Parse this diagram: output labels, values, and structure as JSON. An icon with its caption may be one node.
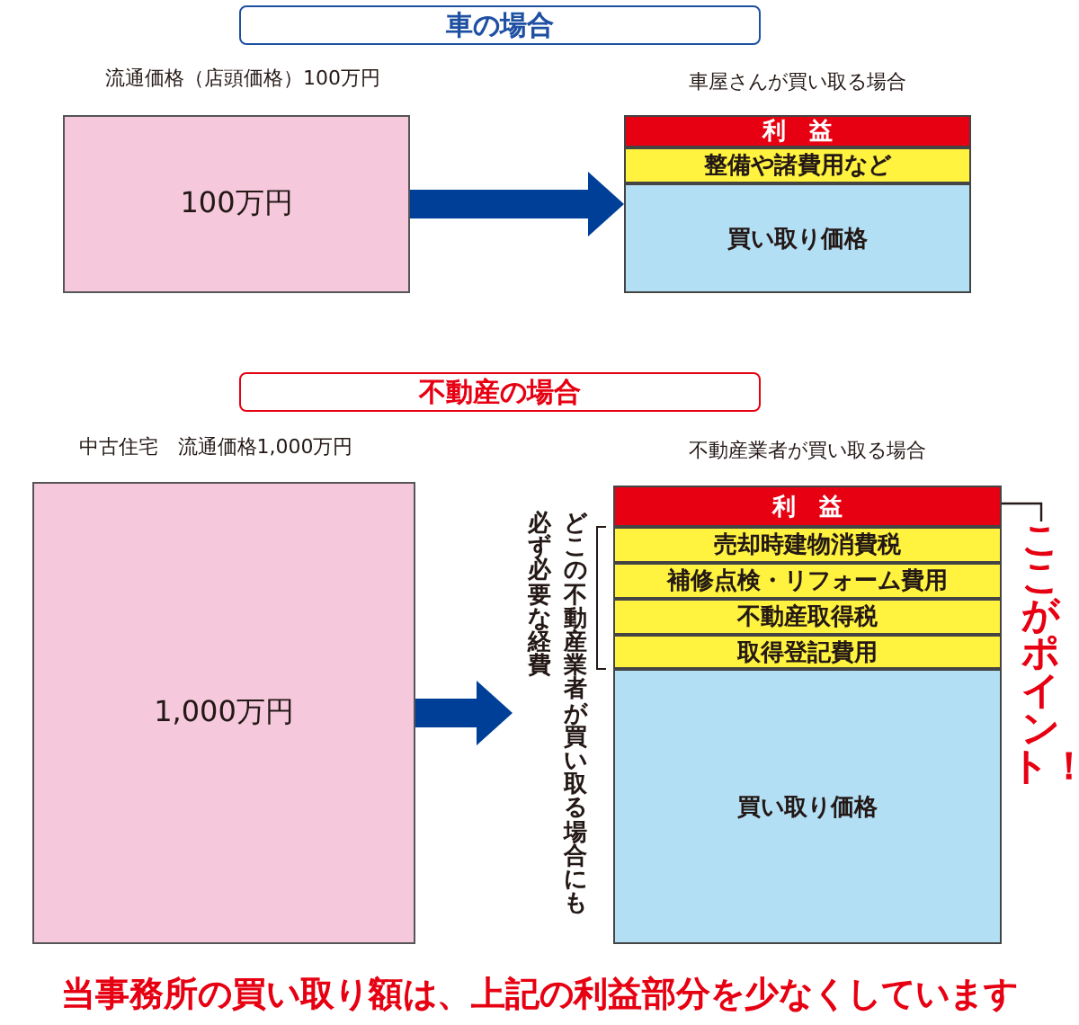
{
  "diagram": {
    "caption": "当事務所の買い取り額は、上記の利益部分を少なくしています",
    "nodes": [
      {
        "text": [
          "車の場合"
        ]
      },
      {
        "text": [
          "100万円"
        ],
        "beside": [
          "流通価格（店頭価格）100万円"
        ]
      },
      {
        "text": [
          "車屋さんが買い取る場合"
        ]
      },
      {
        "text": [
          "利 益"
        ],
        "in": 2
      },
      {
        "text": [
          "整備や諸費用など"
        ],
        "in": 2
      },
      {
        "text": [
          "買い取り価格"
        ],
        "in": 2
      },
      {
        "text": [
          "不動産の場合"
        ]
      },
      {
        "text": [
          "1,000万円"
        ],
        "beside": [
          "中古住宅　流通価格1,000万円"
        ]
      },
      {
        "text": [
          "不動産業者が買い取る場合"
        ]
      },
      {
        "text": [
          "利 益"
        ],
        "in": 8
      },
      {
        "text": [
          "売却時建物消費税"
        ],
        "in": 8
      },
      {
        "text": [
          "補修点検・リフォーム費用"
        ],
        "in": 8
      },
      {
        "text": [
          "不動産取得税"
        ],
        "in": 8
      },
      {
        "text": [
          "取得登記費用"
        ],
        "in": 8
      },
      {
        "text": [
          "買い取り価格"
        ],
        "in": 8
      },
      {
        "text": [
          "ここがポイント！"
        ]
      }
    ],
    "edges": [
      {
        "from": 1,
        "to": 2,
        "arrow": "to"
      },
      {
        "from": 7,
        "to": 8,
        "arrow": "to"
      },
      {
        "from": 15,
        "to": 9,
        "arrow": "none",
        "color": "#231815"
      }
    ],
    "labels": [
      "どこの不動産業者が買い取る場合にも必ず必要な経費"
    ]
  }
}
